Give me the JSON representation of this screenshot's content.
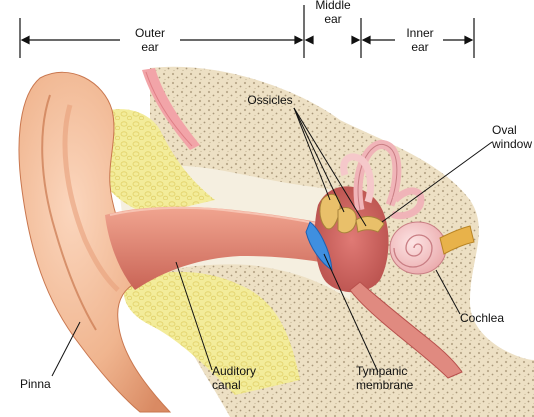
{
  "regions": {
    "outer": {
      "line1": "Outer",
      "line2": "ear"
    },
    "middle": {
      "line1": "Middle",
      "line2": "ear"
    },
    "inner": {
      "line1": "Inner",
      "line2": "ear"
    }
  },
  "labels": {
    "ossicles": "Ossicles",
    "oval_window": {
      "line1": "Oval",
      "line2": "window"
    },
    "cochlea": "Cochlea",
    "tympanic_membrane": {
      "line1": "Tympanic",
      "line2": "membrane"
    },
    "auditory_canal": {
      "line1": "Auditory",
      "line2": "canal"
    },
    "pinna": "Pinna"
  },
  "colors": {
    "skin": "#f0b58f",
    "skin_shadow": "#d98a63",
    "skin_light": "#fbd6bd",
    "canal": "#e58c7e",
    "canal_dark": "#c96456",
    "bone": "#ede0c4",
    "bone_dot": "#b9a88a",
    "fat": "#f3ec9a",
    "cochlea": "#f6c7c7",
    "eardrum": "#3f8fe0",
    "ossicle": "#e9c06a",
    "nerve": "#e8b24a",
    "line": "#111111"
  }
}
